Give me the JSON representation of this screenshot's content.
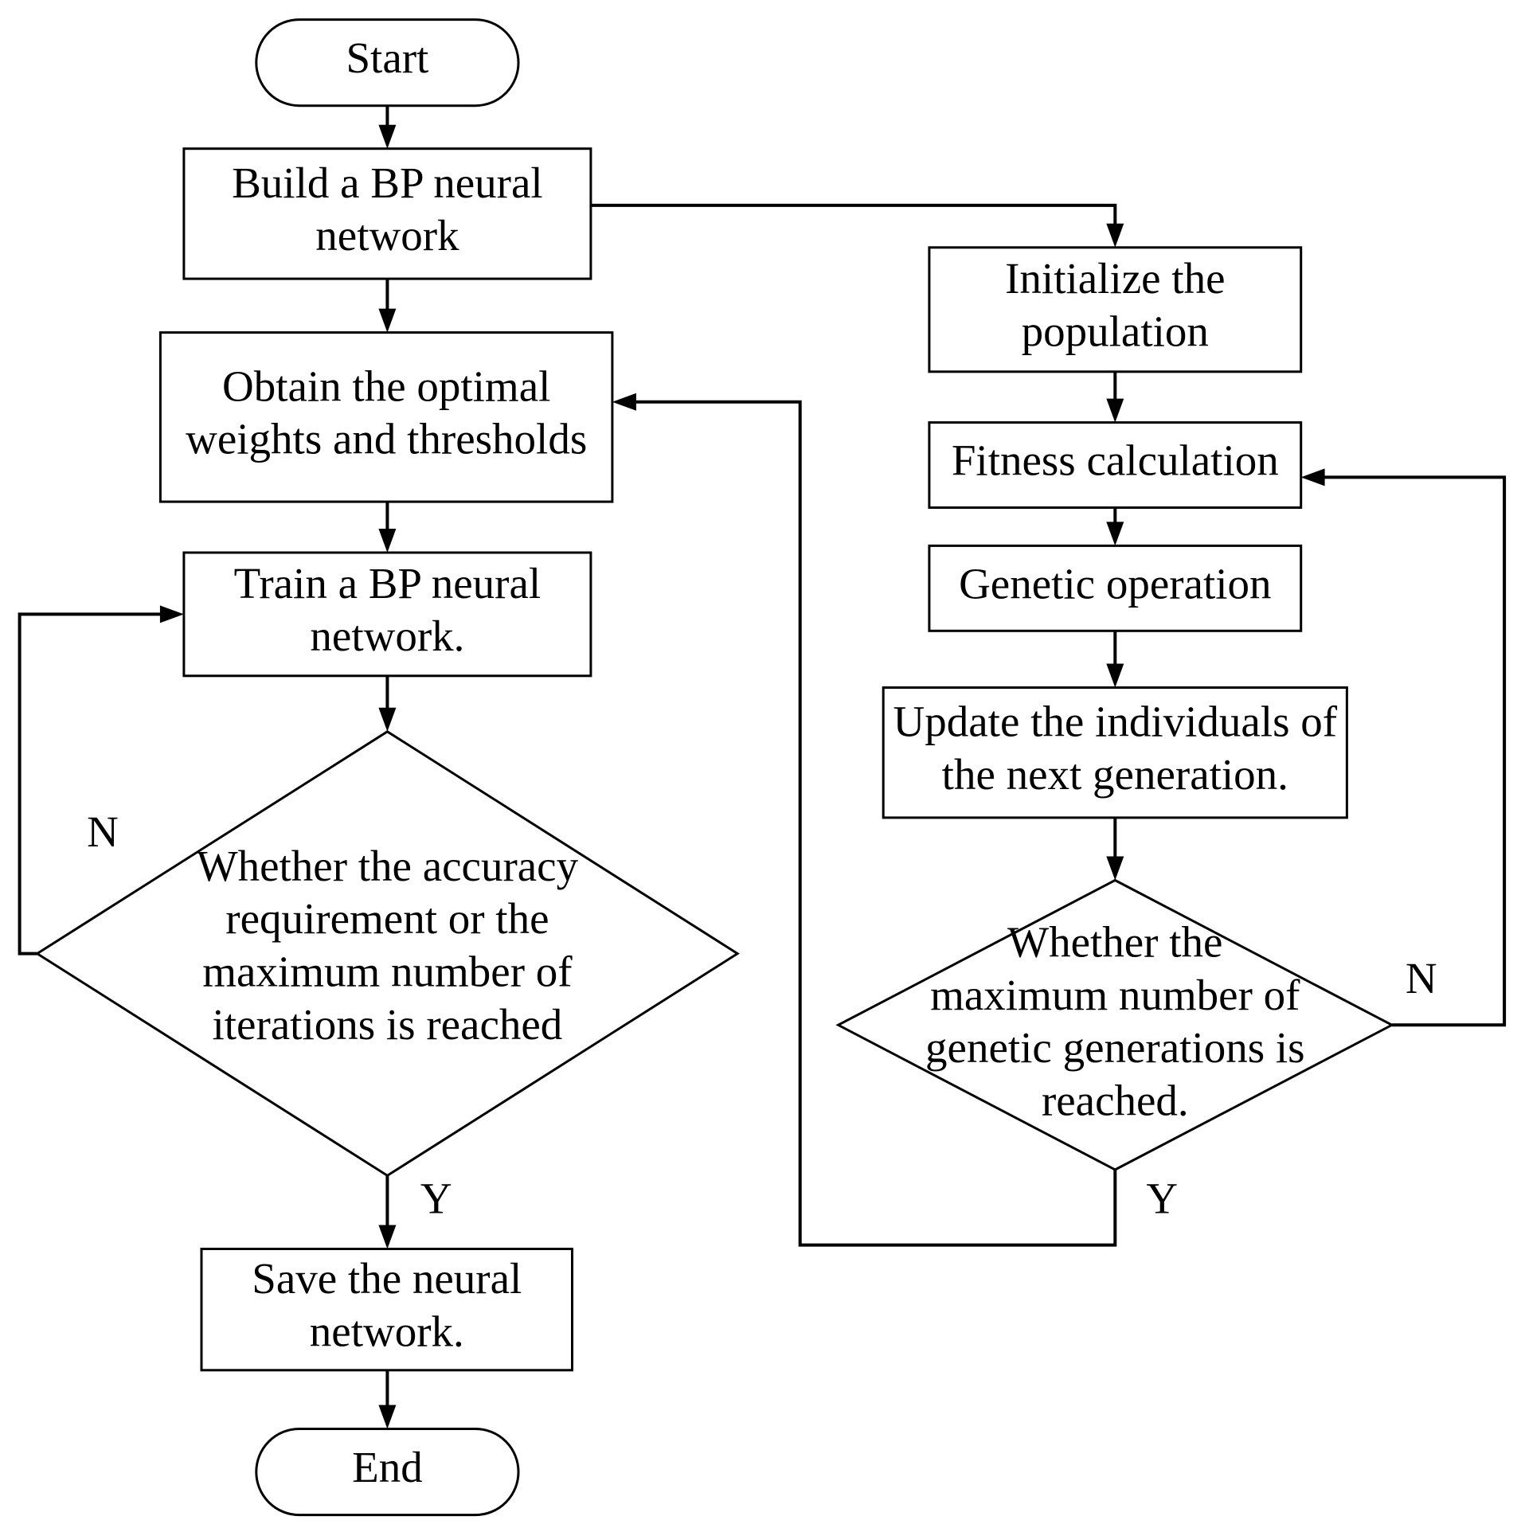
{
  "flowchart": {
    "nodes": [
      {
        "id": "start",
        "shape": "terminal",
        "lines": [
          "Start"
        ]
      },
      {
        "id": "build",
        "shape": "process",
        "lines": [
          "Build a BP neural",
          "network"
        ]
      },
      {
        "id": "obtain",
        "shape": "process",
        "lines": [
          "Obtain the optimal",
          "weights and thresholds"
        ]
      },
      {
        "id": "train",
        "shape": "process",
        "lines": [
          "Train a BP neural",
          "network."
        ]
      },
      {
        "id": "accuracy",
        "shape": "decision",
        "lines": [
          "Whether the accuracy",
          "requirement or the",
          "maximum number of",
          "iterations is reached"
        ]
      },
      {
        "id": "save",
        "shape": "process",
        "lines": [
          "Save the neural",
          "network."
        ]
      },
      {
        "id": "end",
        "shape": "terminal",
        "lines": [
          "End"
        ]
      },
      {
        "id": "init",
        "shape": "process",
        "lines": [
          "Initialize the",
          "population"
        ]
      },
      {
        "id": "fitness",
        "shape": "process",
        "lines": [
          "Fitness calculation"
        ]
      },
      {
        "id": "genetic",
        "shape": "process",
        "lines": [
          "Genetic operation"
        ]
      },
      {
        "id": "update",
        "shape": "process",
        "lines": [
          "Update the individuals of",
          "the next generation."
        ]
      },
      {
        "id": "generations",
        "shape": "decision",
        "lines": [
          "Whether the",
          "maximum number of",
          "genetic generations is",
          "reached."
        ]
      }
    ],
    "edges": [
      {
        "from": "start",
        "to": "build"
      },
      {
        "from": "build",
        "to": "obtain"
      },
      {
        "from": "obtain",
        "to": "train"
      },
      {
        "from": "train",
        "to": "accuracy"
      },
      {
        "from": "accuracy",
        "to": "save",
        "label": "Y"
      },
      {
        "from": "accuracy",
        "to": "train",
        "label": "N"
      },
      {
        "from": "save",
        "to": "end"
      },
      {
        "from": "build",
        "to": "init"
      },
      {
        "from": "init",
        "to": "fitness"
      },
      {
        "from": "fitness",
        "to": "genetic"
      },
      {
        "from": "genetic",
        "to": "update"
      },
      {
        "from": "update",
        "to": "generations"
      },
      {
        "from": "generations",
        "to": "fitness",
        "label": "N"
      },
      {
        "from": "generations",
        "to": "obtain",
        "label": "Y"
      }
    ]
  }
}
